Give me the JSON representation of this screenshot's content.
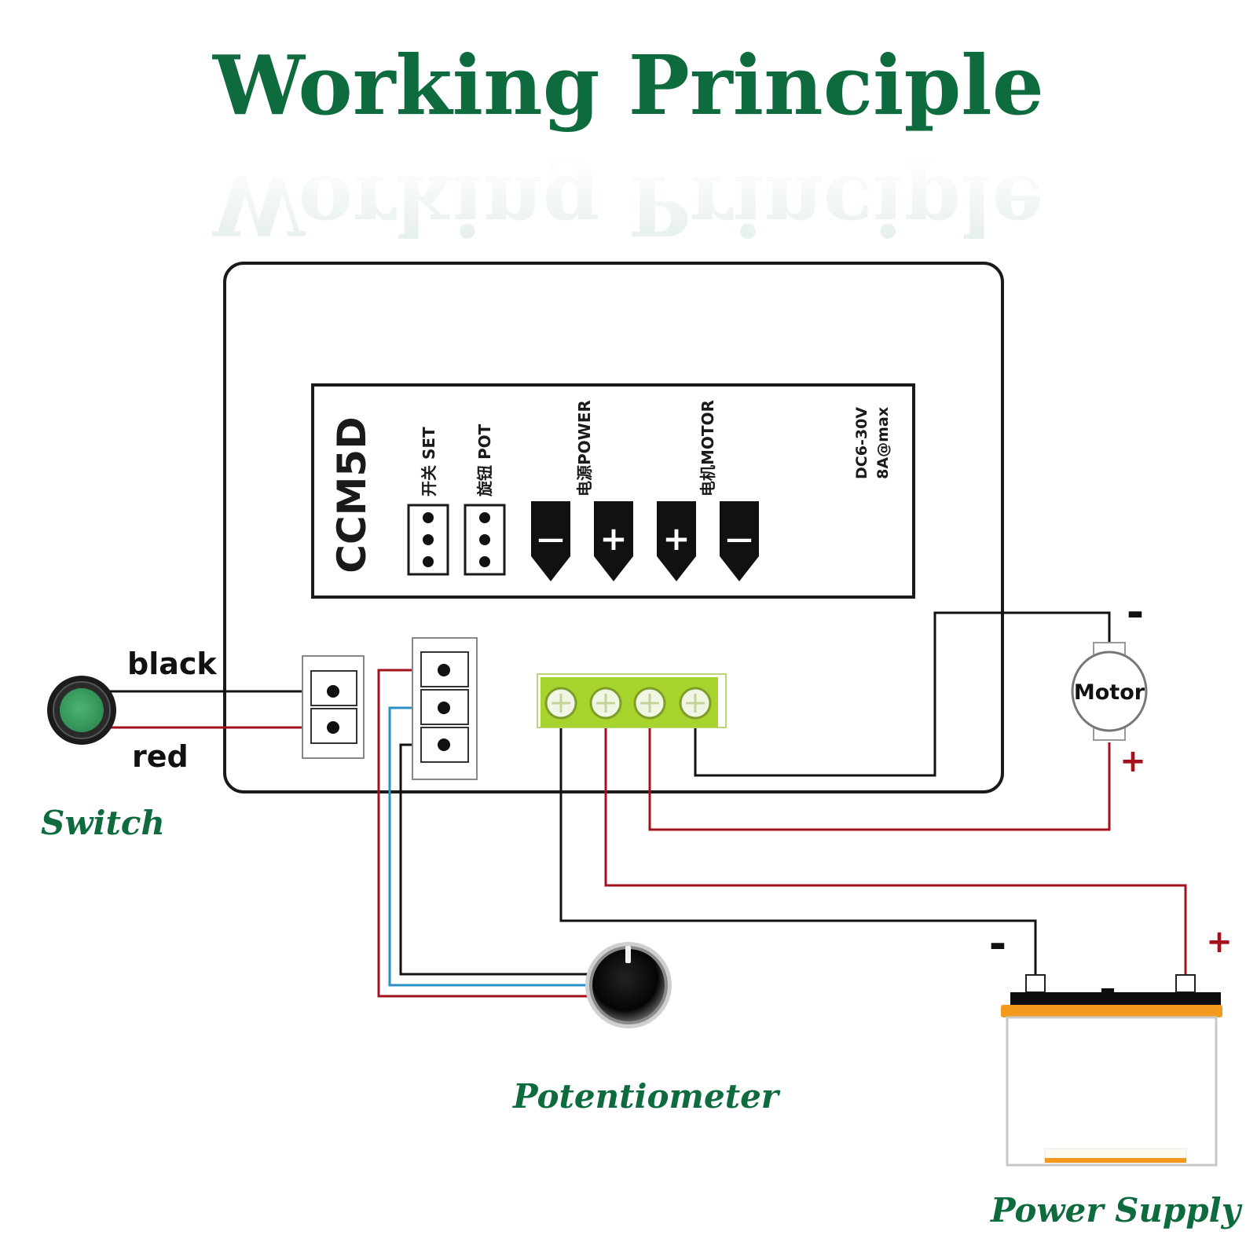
{
  "title": "Working Principle",
  "colors": {
    "title_green": "#0e6b3d",
    "wire_black": "#111111",
    "wire_red": "#a3111c",
    "wire_blue": "#2a8fc6",
    "terminal_green": "#a6d42c",
    "switch_button": "#3fa364",
    "battery_orange": "#f39a1e"
  },
  "controller": {
    "model": "CCM5D",
    "set_label": "开关 SET",
    "pot_label": "旋钮 POT",
    "power_label": "电源POWER",
    "motor_label": "电机MOTOR",
    "rating_voltage": "DC6-30V",
    "rating_current": "8A@max",
    "terminal_signs": [
      "—",
      "+",
      "+",
      "—"
    ]
  },
  "switch": {
    "label": "Switch",
    "wire_black_label": "black",
    "wire_red_label": "red"
  },
  "motor": {
    "label": "Motor",
    "minus_sign": "-",
    "plus_sign": "+"
  },
  "potentiometer": {
    "label": "Potentiometer"
  },
  "power_supply": {
    "label": "Power Supply",
    "minus_sign": "-",
    "plus_sign": "+"
  }
}
